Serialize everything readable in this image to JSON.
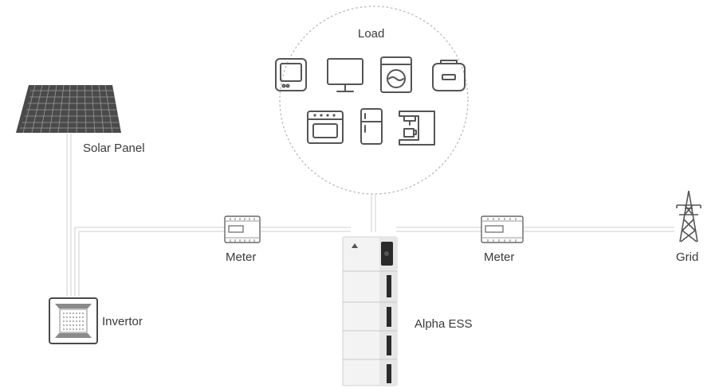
{
  "load": {
    "label": "Load",
    "appliances": [
      "tv-icon",
      "monitor-icon",
      "washing-machine-icon",
      "bag-icon",
      "oven-icon",
      "fridge-icon",
      "coffee-machine-icon"
    ]
  },
  "solar_panel": {
    "label": "Solar Panel"
  },
  "inverter": {
    "label": "Invertor"
  },
  "meter_left": {
    "label": "Meter"
  },
  "meter_right": {
    "label": "Meter"
  },
  "ess": {
    "label": "Alpha ESS"
  },
  "grid": {
    "label": "Grid"
  },
  "colors": {
    "line": "#cfcfcf",
    "icon": "#555555",
    "text": "#3a3a3a",
    "panel": "#4a4a4a",
    "ess_body": "#f3f3f3",
    "ess_accent": "#2a2a2a"
  }
}
